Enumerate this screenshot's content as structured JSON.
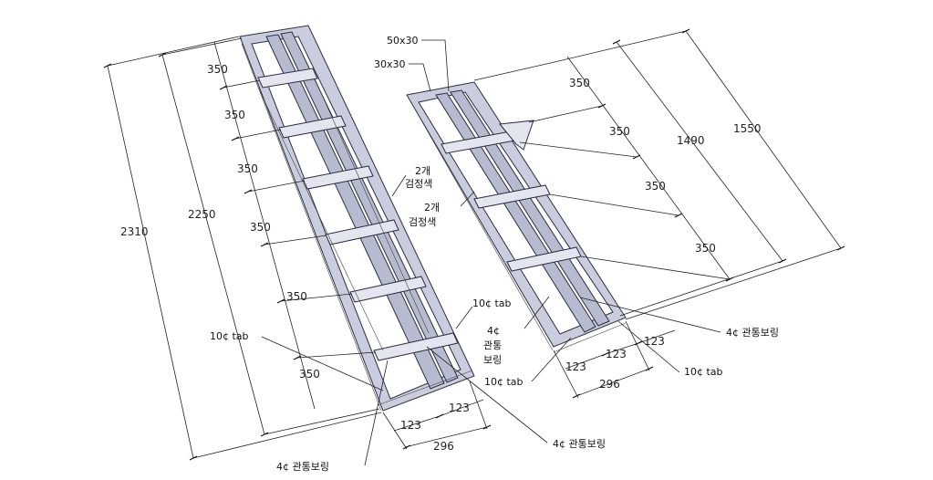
{
  "left_frame": {
    "dims": {
      "overall_outer": "2310",
      "overall_inner": "2250",
      "spacing": [
        "350",
        "350",
        "350",
        "350",
        "350",
        "350"
      ],
      "width_parts": [
        "123",
        "123"
      ],
      "width_total": "296"
    },
    "callouts": {
      "black_count": "2개",
      "black_color": "검정색",
      "tab_left": "10¢ tab",
      "tab_right": "10¢ tab",
      "bore_bottom": "4¢ 관통보링",
      "bore_right": "4¢ 관통보링"
    }
  },
  "right_frame": {
    "dims": {
      "overall_outer": "1550",
      "overall_inner": "1490",
      "spacing": [
        "350",
        "350",
        "350",
        "350"
      ],
      "width_parts": [
        "123",
        "123",
        "123"
      ],
      "width_total": "296"
    },
    "callouts": {
      "profile_main": "50x30",
      "profile_sub": "30x30",
      "black_count": "2개",
      "black_color": "검정색",
      "bore_a_size": "4¢",
      "bore_a_line1": "관통",
      "bore_a_line2": "보링",
      "tab_left": "10¢ tab",
      "tab_right": "10¢ tab",
      "bore_b": "4¢ 관통보링"
    }
  }
}
